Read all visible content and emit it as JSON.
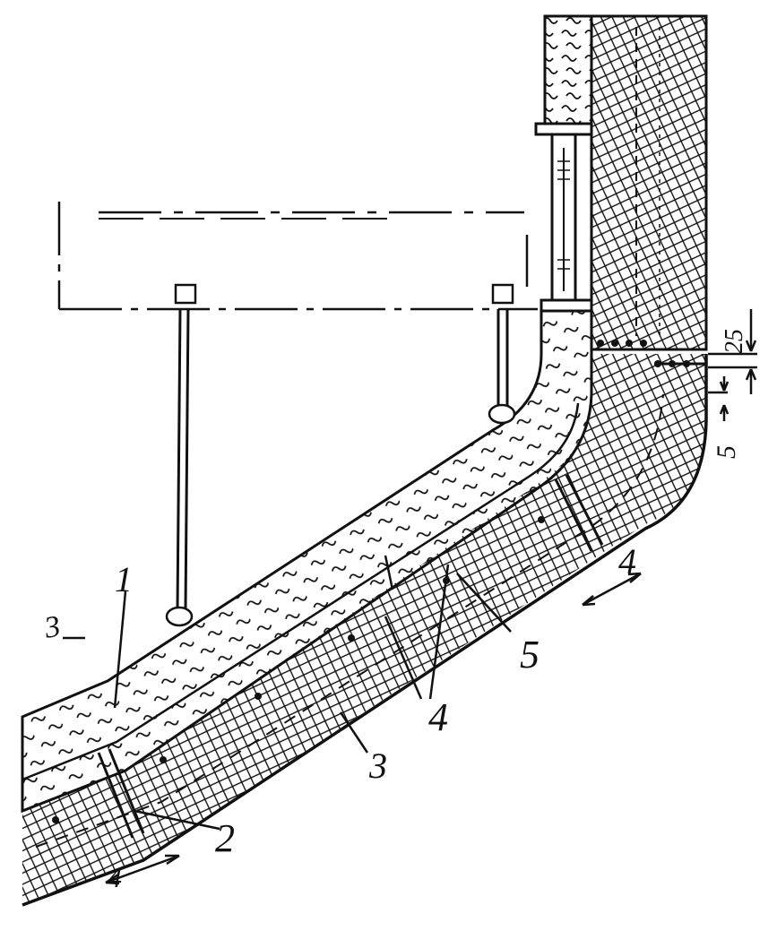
{
  "figure": {
    "labels": {
      "l1": "1",
      "l2": "2",
      "l3": "3",
      "l4_main": "4",
      "l5": "5",
      "l3_bottom": "3",
      "dim_4_left": "4",
      "dim_4_right": "4",
      "dim_25": "25",
      "dim_5": "5"
    }
  },
  "colors": {
    "ink": "#111111",
    "paper": "#ffffff"
  }
}
